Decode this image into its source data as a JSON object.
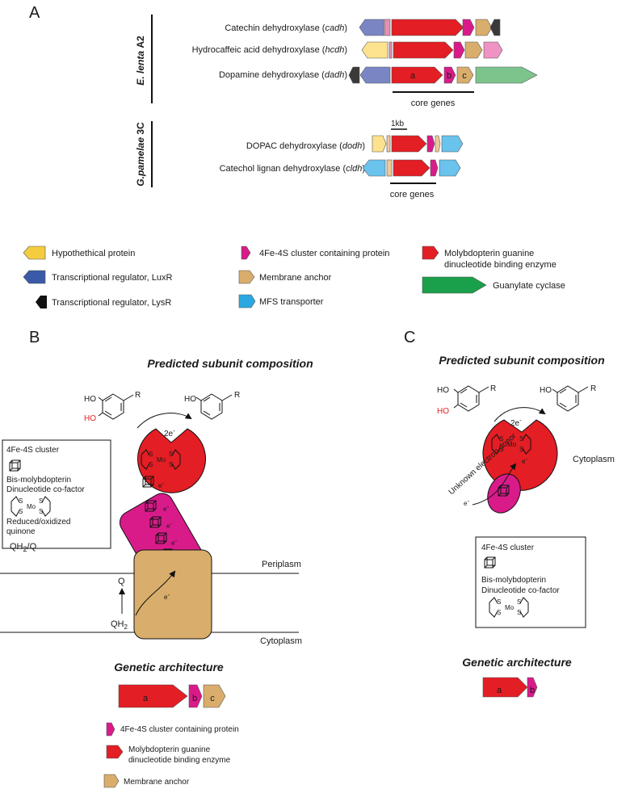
{
  "panels": {
    "a": "A",
    "b": "B",
    "c": "C"
  },
  "panel_a": {
    "group1_name": "E. lenta",
    "group1_strain": "A2",
    "group2_name": "G.pamelae",
    "group2_strain": "3C",
    "operons": [
      {
        "name": "Catechin dehydroxylase (",
        "gene": "cadh",
        "close": ")"
      },
      {
        "name": "Hydrocaffeic acid dehydroxylase (",
        "gene": "hcdh",
        "close": ")"
      },
      {
        "name": "Dopamine dehydroxylase (",
        "gene": "dadh",
        "close": ")"
      },
      {
        "name": "DOPAC dehydroxylase (",
        "gene": "dodh",
        "close": ")"
      },
      {
        "name": "Catechol lignan dehydroxylase (",
        "gene": "cldh",
        "close": ")"
      }
    ],
    "gene_letters": [
      "a",
      "b",
      "c"
    ],
    "core_genes": "core genes",
    "scale": "1kb"
  },
  "legend": [
    {
      "label": "Hypothethical protein",
      "color": "#f5cc3f"
    },
    {
      "label": "Transcriptional regulator, LuxR",
      "color": "#3a5aa8"
    },
    {
      "label": "Transcriptional regulator, LysR",
      "color": "#111111"
    },
    {
      "label": "4Fe-4S cluster containing protein",
      "color": "#d91b8a"
    },
    {
      "label": "Membrane anchor",
      "color": "#d9ad6b"
    },
    {
      "label": "MFS transporter",
      "color": "#2aa8e0"
    },
    {
      "label": "Molybdopterin guanine",
      "label2": "dinucleotide binding enzyme",
      "color": "#e31e24"
    },
    {
      "label": "Guanylate cyclase",
      "color": "#1aa04a"
    }
  ],
  "panel_b": {
    "title": "Predicted subunit composition",
    "ho": "HO",
    "r": "R",
    "electrons2": "2e",
    "electron": "e",
    "minus": "-",
    "mo": "Mo",
    "s": "S",
    "key_cluster": "4Fe-4S cluster",
    "key_bis1": "Bis-molybdopterin",
    "key_bis2": "Dinucleotide co-factor",
    "key_quinone1": "Reduced/oxidized",
    "key_quinone2": "quinone",
    "qh2q": "QH",
    "qh2q_sub": "2",
    "qh2q_tail": "/Q",
    "q": "Q",
    "qh": "QH",
    "qh_sub": "2",
    "periplasm": "Periplasm",
    "cytoplasm": "Cytoplasm",
    "genetic": "Genetic architecture",
    "leg_fe": "4Fe-4S cluster containing protein",
    "leg_mo1": "Molybdopterin guanine",
    "leg_mo2": "dinucleotide binding enzyme",
    "leg_anchor": "Membrane anchor"
  },
  "panel_c": {
    "title": "Predicted subunit composition",
    "cytoplasm": "Cytoplasm",
    "donor": "Unknown electron donor",
    "key_cluster": "4Fe-4S cluster",
    "key_bis1": "Bis-molybdopterin",
    "key_bis2": "Dinucleotide co-factor",
    "genetic": "Genetic architecture"
  }
}
